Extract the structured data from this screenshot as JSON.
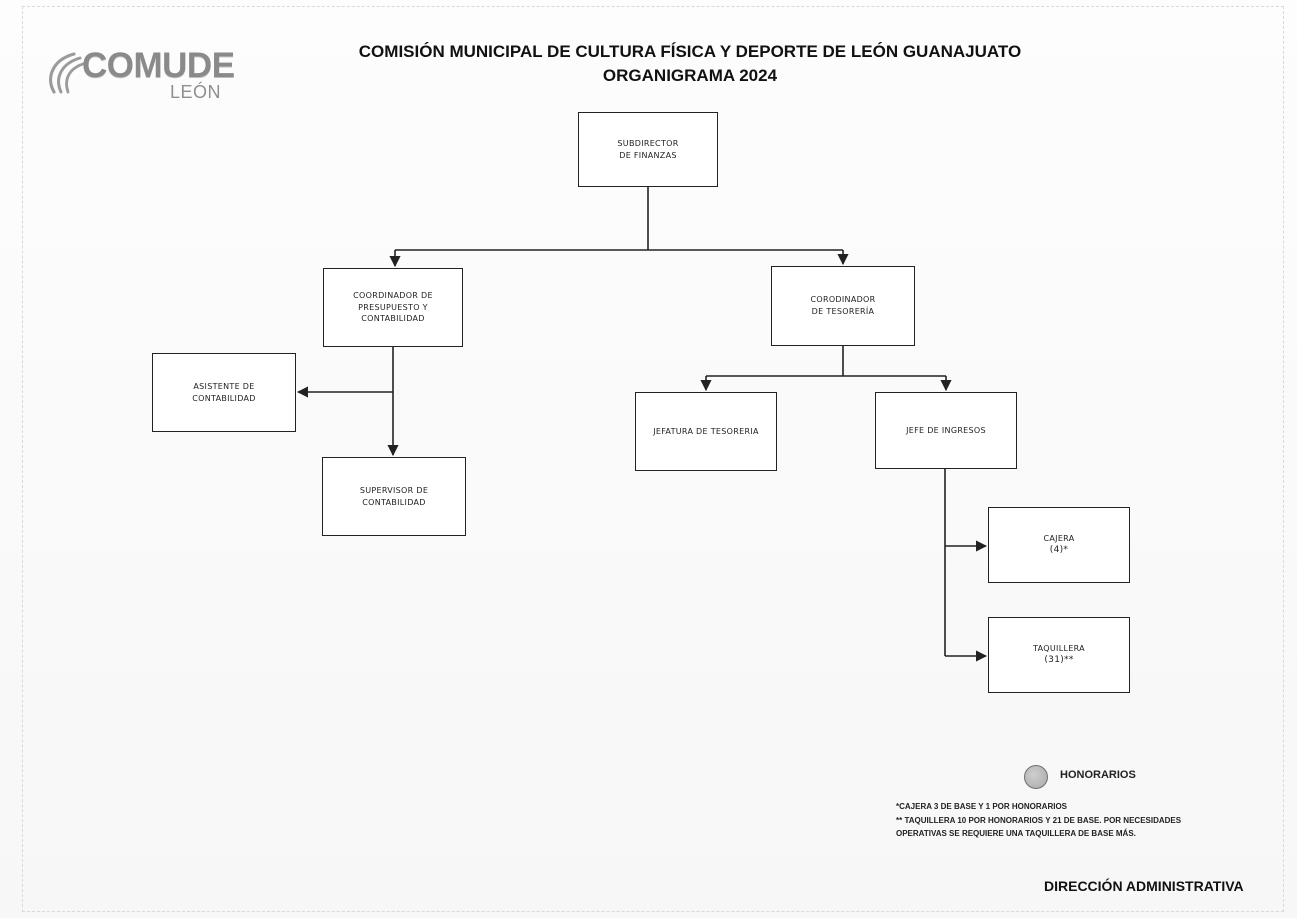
{
  "header": {
    "logo_main": "COMUDE",
    "logo_sub": "LEÓN",
    "title": "COMISIÓN MUNICIPAL DE CULTURA FÍSICA Y DEPORTE DE LEÓN GUANAJUATO",
    "subtitle": "ORGANIGRAMA 2024"
  },
  "nodes": {
    "subdirector": {
      "line1": "SUBDIRECTOR",
      "line2": "DE FINANZAS"
    },
    "coord_presupuesto": {
      "line1": "COORDINADOR DE",
      "line2": "PRESUPUESTO Y",
      "line3": "CONTABILIDAD"
    },
    "coord_tesoreria": {
      "line1": "CORODINADOR",
      "line2": "DE TESORERÍA"
    },
    "asistente": {
      "line1": "ASISTENTE DE",
      "line2": "CONTABILIDAD"
    },
    "supervisor": {
      "line1": "SUPERVISOR DE",
      "line2": "CONTABILIDAD"
    },
    "jefatura": {
      "line1": "JEFATURA DE TESORERIA"
    },
    "jefe_ingresos": {
      "line1": "JEFE DE INGRESOS"
    },
    "cajera": {
      "line1": "CAJERA",
      "line2": "(4)*"
    },
    "taquillera": {
      "line1": "TAQUILLERA",
      "line2": "(31)**"
    }
  },
  "legend": {
    "label": "HONORARIOS",
    "color": "#a8a8a8"
  },
  "footnotes": [
    "*CAJERA 3 DE BASE Y 1 POR HONORARIOS",
    "** TAQUILLERA 10 POR HONORARIOS Y 21 DE BASE. POR NECESIDADES",
    "OPERATIVAS SE REQUIERE UNA TAQUILLERA DE BASE MÁS."
  ],
  "footer": "DIRECCIÓN ADMINISTRATIVA"
}
